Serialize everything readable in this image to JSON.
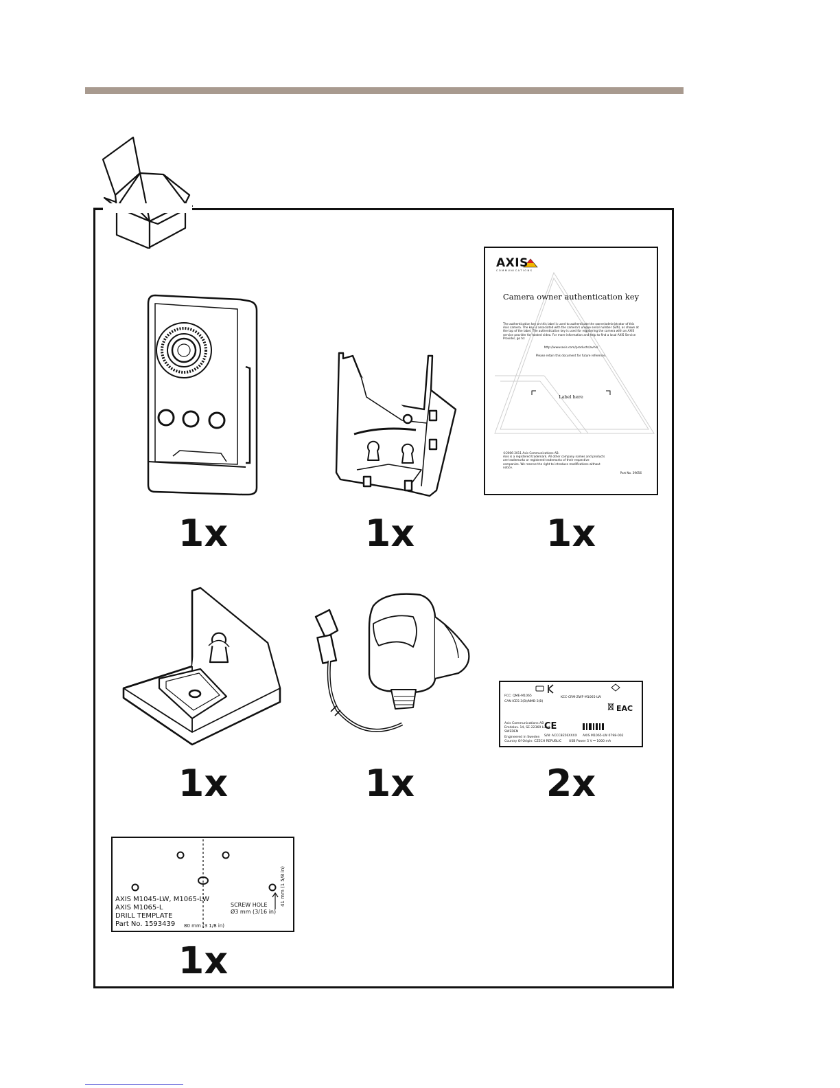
{
  "colors": {
    "rule": "#a89a8f",
    "link_rule": "#3a3ad0",
    "ink": "#111111"
  },
  "items": [
    {
      "id": "camera",
      "quantity": "1x"
    },
    {
      "id": "mounting-bracket",
      "quantity": "1x"
    },
    {
      "id": "owner-authentication-key",
      "quantity": "1x"
    },
    {
      "id": "stand",
      "quantity": "1x"
    },
    {
      "id": "power-adapter",
      "quantity": "1x"
    },
    {
      "id": "product-label",
      "quantity": "2x"
    },
    {
      "id": "drill-template",
      "quantity": "1x"
    }
  ],
  "auth_document": {
    "logo": "AXIS",
    "logo_sub": "COMMUNICATIONS",
    "title": "Camera owner authentication key",
    "body": "The authentication key on this label is used to authenticate the owner/administrator of this Axis camera. The key is associated with the camera's unique serial number (S/N), as shown at the top of the label. The authentication key is used for registering the camera with an AXIS service provider for hosted video. For more information and help to find a local AXIS Service Provider, go to:",
    "url": "http://www.axis.com/products/avhs/",
    "retain": "Please retain this document for future reference.",
    "label_here": "Label here",
    "copyright": "©2006-2011 Axis Communications AB.",
    "trademark": "Axis is a registered trademark. All other company names and products are trademarks or registered trademarks of their respective companies. We reserve the right to introduce modifications without notice.",
    "part_no": "Part No. 39656"
  },
  "product_label": {
    "fcc": "FCC: QME-M1065",
    "canada": "CAN ICES-3(B)/NMB-3(B)",
    "kcc": "KCC-CRM-ZWF-M1065-LW",
    "company": "Axis Communications AB",
    "address": "Emdalav. 14, SE-22369 Lund",
    "country": "SWEDEN",
    "engineered": "Engineered in Sweden",
    "origin": "Country Of Origin: CZECH REPUBLIC",
    "sn": "S/N: ACCC8E56XXXX",
    "model": "AXIS M1065-LW 0798-002",
    "usb": "USB Power 5 V ⎓ 1000 mA"
  },
  "drill_template": {
    "models_line1": "AXIS M1045-LW, M1065-LW",
    "models_line2": "AXIS M1065-L",
    "title": "DRILL TEMPLATE",
    "part": "Part No. 1593439",
    "screw_hole": "SCREW HOLE",
    "screw_size": "Ø3 mm (3/16 in)",
    "width": "80 mm (3 1/8 in)",
    "height": "41 mm (1 5/8 in)"
  }
}
